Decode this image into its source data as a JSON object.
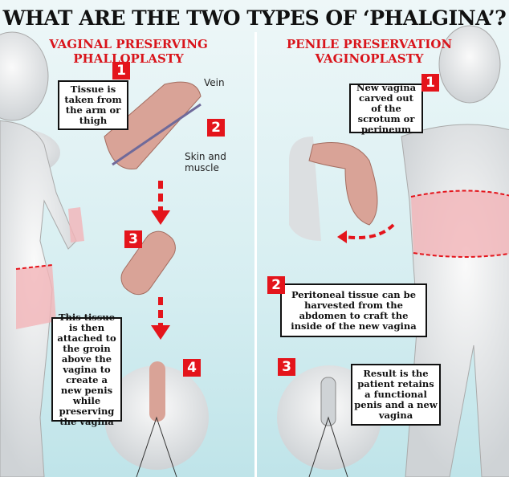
{
  "title": "WHAT ARE THE TWO TYPES OF ‘PHALGINA’?",
  "left": {
    "heading_line1": "VAGINAL PRESERVING",
    "heading_line2": "PHALLOPLASTY",
    "steps": [
      {
        "num": "1",
        "text": "Tissue is taken from the arm or thigh"
      },
      {
        "num": "2",
        "text": ""
      },
      {
        "num": "3",
        "text": ""
      },
      {
        "num": "4",
        "text": "This tissue is then attached to the groin above the vagina to create a new penis while preserving the vagina"
      }
    ],
    "labels": {
      "vein": "Vein",
      "skin": "Skin and muscle"
    }
  },
  "right": {
    "heading_line1": "PENILE PRESERVATION",
    "heading_line2": "VAGINOPLASTY",
    "steps": [
      {
        "num": "1",
        "text": "New vagina carved out of the scrotum or perineum"
      },
      {
        "num": "2",
        "text": "Peritoneal tissue can be harvested from the abdomen to craft the inside of the new vagina"
      },
      {
        "num": "3",
        "text": "Result is the patient retains a functional penis and a new vagina"
      }
    ]
  },
  "colors": {
    "accent": "#e4141b",
    "tissue": "#d9a397",
    "body": "#e6e8ea"
  }
}
